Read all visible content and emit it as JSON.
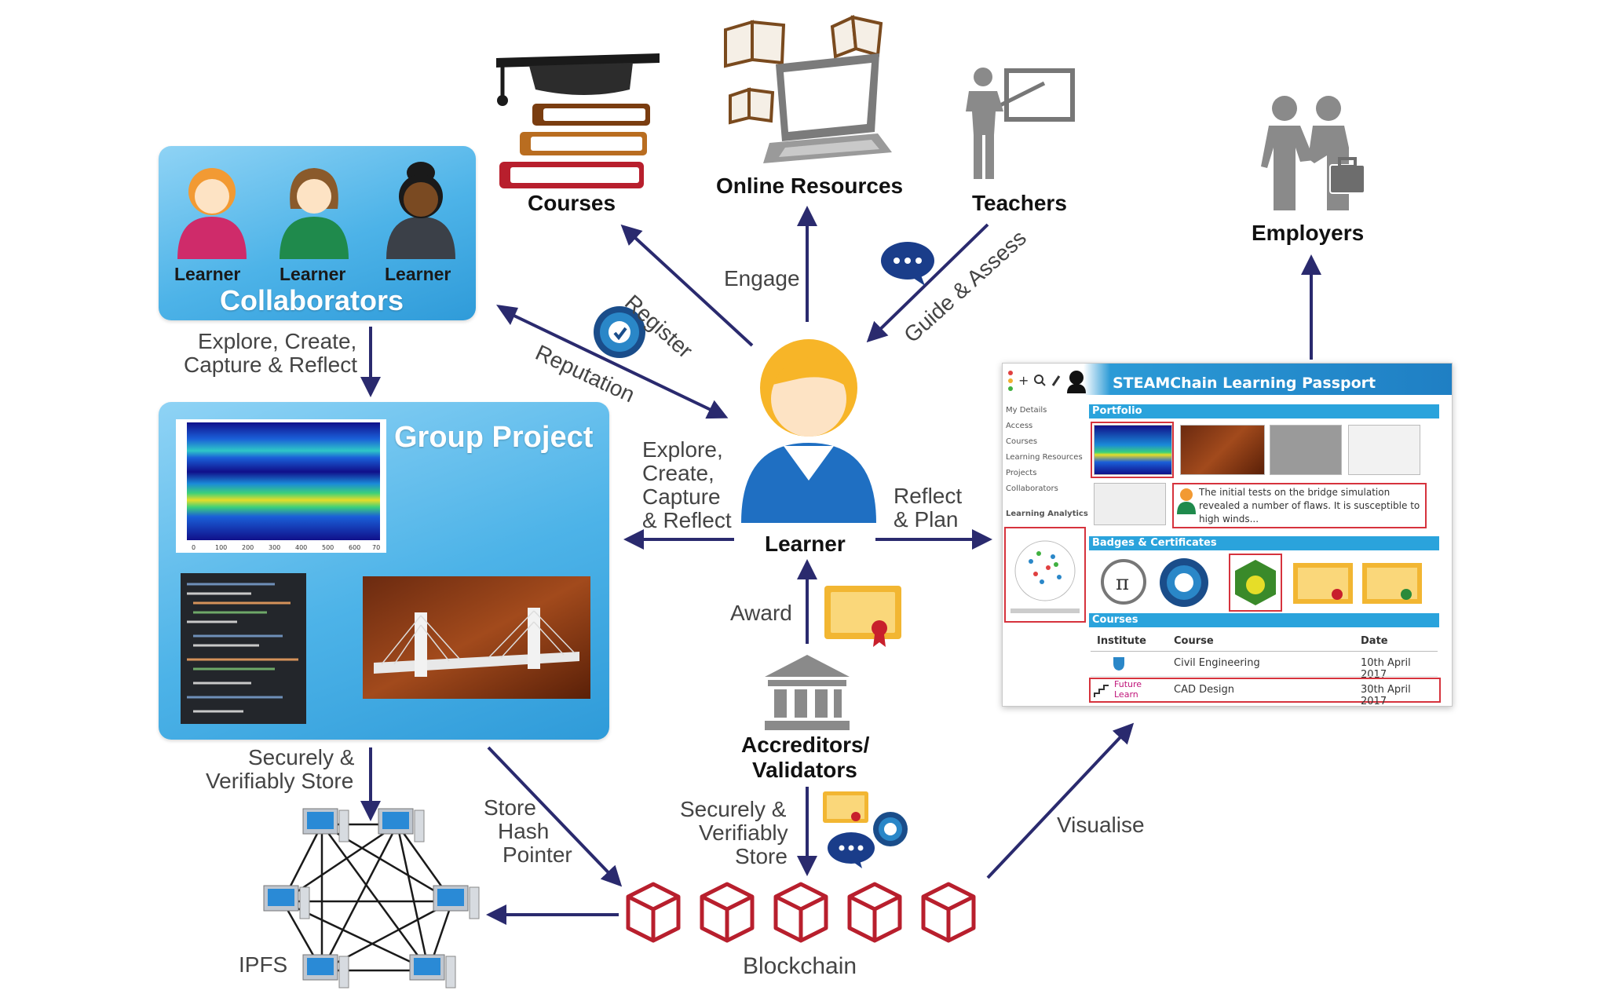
{
  "nodes": {
    "courses": "Courses",
    "online_resources": "Online Resources",
    "teachers": "Teachers",
    "employers": "Employers",
    "learner": "Learner",
    "accreditors_line1": "Accreditors/",
    "accreditors_line2": "Validators",
    "blockchain": "Blockchain",
    "ipfs": "IPFS"
  },
  "collaborators": {
    "title": "Collaborators",
    "people": [
      "Learner",
      "Learner",
      "Learner"
    ]
  },
  "group_project": {
    "title": "Group Project"
  },
  "edges": {
    "register": "Register",
    "engage": "Engage",
    "guide_assess": "Guide & Assess",
    "reputation": "Reputation",
    "explore_collab_1": "Explore, Create,",
    "explore_collab_2": "Capture & Reflect",
    "explore_learner_1": "Explore,",
    "explore_learner_2": "Create,",
    "explore_learner_3": "Capture",
    "explore_learner_4": "& Reflect",
    "reflect_1": "Reflect",
    "reflect_2": "& Plan",
    "award": "Award",
    "secure_left_1": "Securely &",
    "secure_left_2": "Verifiably Store",
    "hash_1": "Store",
    "hash_2": "Hash",
    "hash_3": "Pointer",
    "secure_mid_1": "Securely &",
    "secure_mid_2": "Verifiably",
    "secure_mid_3": "Store",
    "visualise": "Visualise"
  },
  "passport": {
    "title": "STEAMChain Learning Passport",
    "sidebar": [
      "My Details",
      "Access",
      "Courses",
      "Learning Resources",
      "Projects",
      "Collaborators",
      "Learning Analytics"
    ],
    "sections": {
      "portfolio": "Portfolio",
      "badges": "Badges & Certificates",
      "courses": "Courses"
    },
    "note": "The initial tests on the bridge simulation revealed a number of flaws. It is susceptible to high winds...",
    "courses_table": {
      "headers": [
        "Institute",
        "Course",
        "Date"
      ],
      "rows": [
        {
          "institute": "",
          "course": "Civil Engineering",
          "date": "10th April 2017"
        },
        {
          "institute": "Future Learn",
          "course": "CAD Design",
          "date": "30th April 2017"
        }
      ]
    }
  },
  "colors": {
    "arrow": "#2a2a6e",
    "panel_blue": "#4db3e8",
    "block_red": "#b81f2d",
    "cert_gold": "#f2b632"
  }
}
